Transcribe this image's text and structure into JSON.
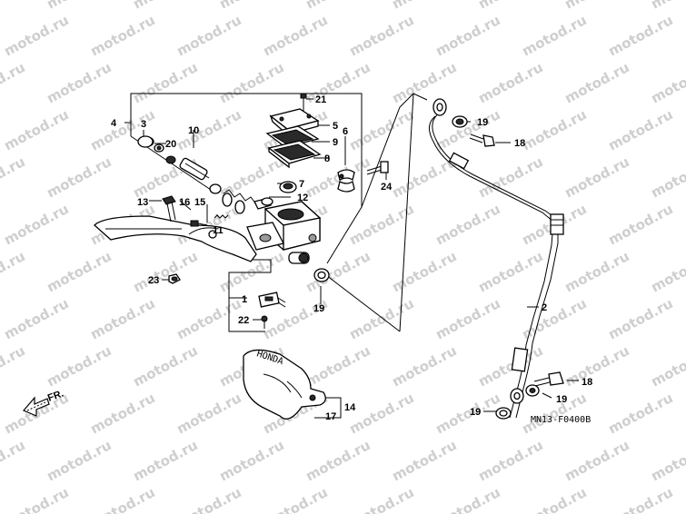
{
  "watermark": "motod.ru",
  "direction_label": "FR.",
  "diagram_code": "MN13-F0400B",
  "cover_brand": "HONDA",
  "callouts": [
    "1",
    "2",
    "3",
    "4",
    "5",
    "6",
    "7",
    "8",
    "9",
    "10",
    "11",
    "12",
    "13",
    "14",
    "15",
    "16",
    "17",
    "18",
    "19",
    "20",
    "21",
    "22",
    "23",
    "24"
  ]
}
